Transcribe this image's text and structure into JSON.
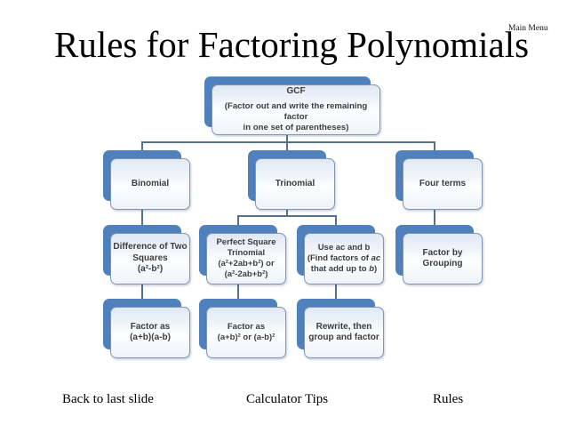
{
  "title": "Rules for Factoring Polynomials",
  "main_menu": {
    "label": "Main Menu"
  },
  "colors": {
    "box_blue": "#4f81bd",
    "card_border": "#7f95b3",
    "connector": "#54708f",
    "text_dark": "#3d3d3d"
  },
  "diagram": {
    "gcf": {
      "title": "GCF",
      "body": "(Factor out and write the remaining factor\nin one set of parentheses)"
    },
    "binomial": {
      "label": "Binomial"
    },
    "trinomial": {
      "label": "Trinomial"
    },
    "four_terms": {
      "label": "Four terms"
    },
    "diff_squares": {
      "label": "Difference of Two\nSquares\n(a²-b²)"
    },
    "perfect_square": {
      "label": "Perfect Square\nTrinomial\n(a²+2ab+b²) or\n(a²-2ab+b²)"
    },
    "use_ac": {
      "line1": "Use ac and b",
      "line2_prefix": "(Find factors of ",
      "line2_italic": "ac",
      "line3_prefix": "that add up to ",
      "line3_italic": "b",
      "line3_suffix": ")"
    },
    "factor_grouping": {
      "label": "Factor by\nGrouping"
    },
    "factor_ab": {
      "label": "Factor as\n(a+b)(a-b)"
    },
    "factor_sq": {
      "label": "Factor as\n(a+b)² or (a-b)²"
    },
    "rewrite": {
      "label": "Rewrite, then\ngroup and factor"
    }
  },
  "footer": {
    "back": "Back to last slide",
    "calculator": "Calculator Tips",
    "rules": "Rules"
  }
}
